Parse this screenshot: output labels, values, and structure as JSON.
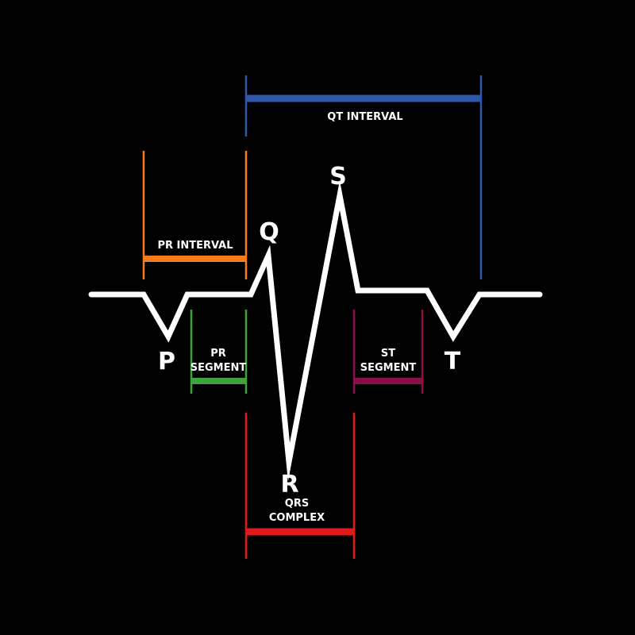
{
  "colors": {
    "background": "#000000",
    "trace": "#ffffff",
    "qt_interval": "#2f56a8",
    "pr_interval": "#f57c1e",
    "pr_segment": "#3fa33c",
    "st_segment": "#8c0d4a",
    "qrs_complex": "#e11919"
  },
  "waves": {
    "p": "P",
    "q": "Q",
    "r": "R",
    "s": "S",
    "t": "T"
  },
  "intervals": {
    "qt": "QT INTERVAL",
    "pr": "PR INTERVAL",
    "pr_segment": [
      "PR",
      "SEGMENT"
    ],
    "st_segment": [
      "ST",
      "SEGMENT"
    ],
    "qrs": [
      "QRS",
      "COMPLEX"
    ]
  }
}
